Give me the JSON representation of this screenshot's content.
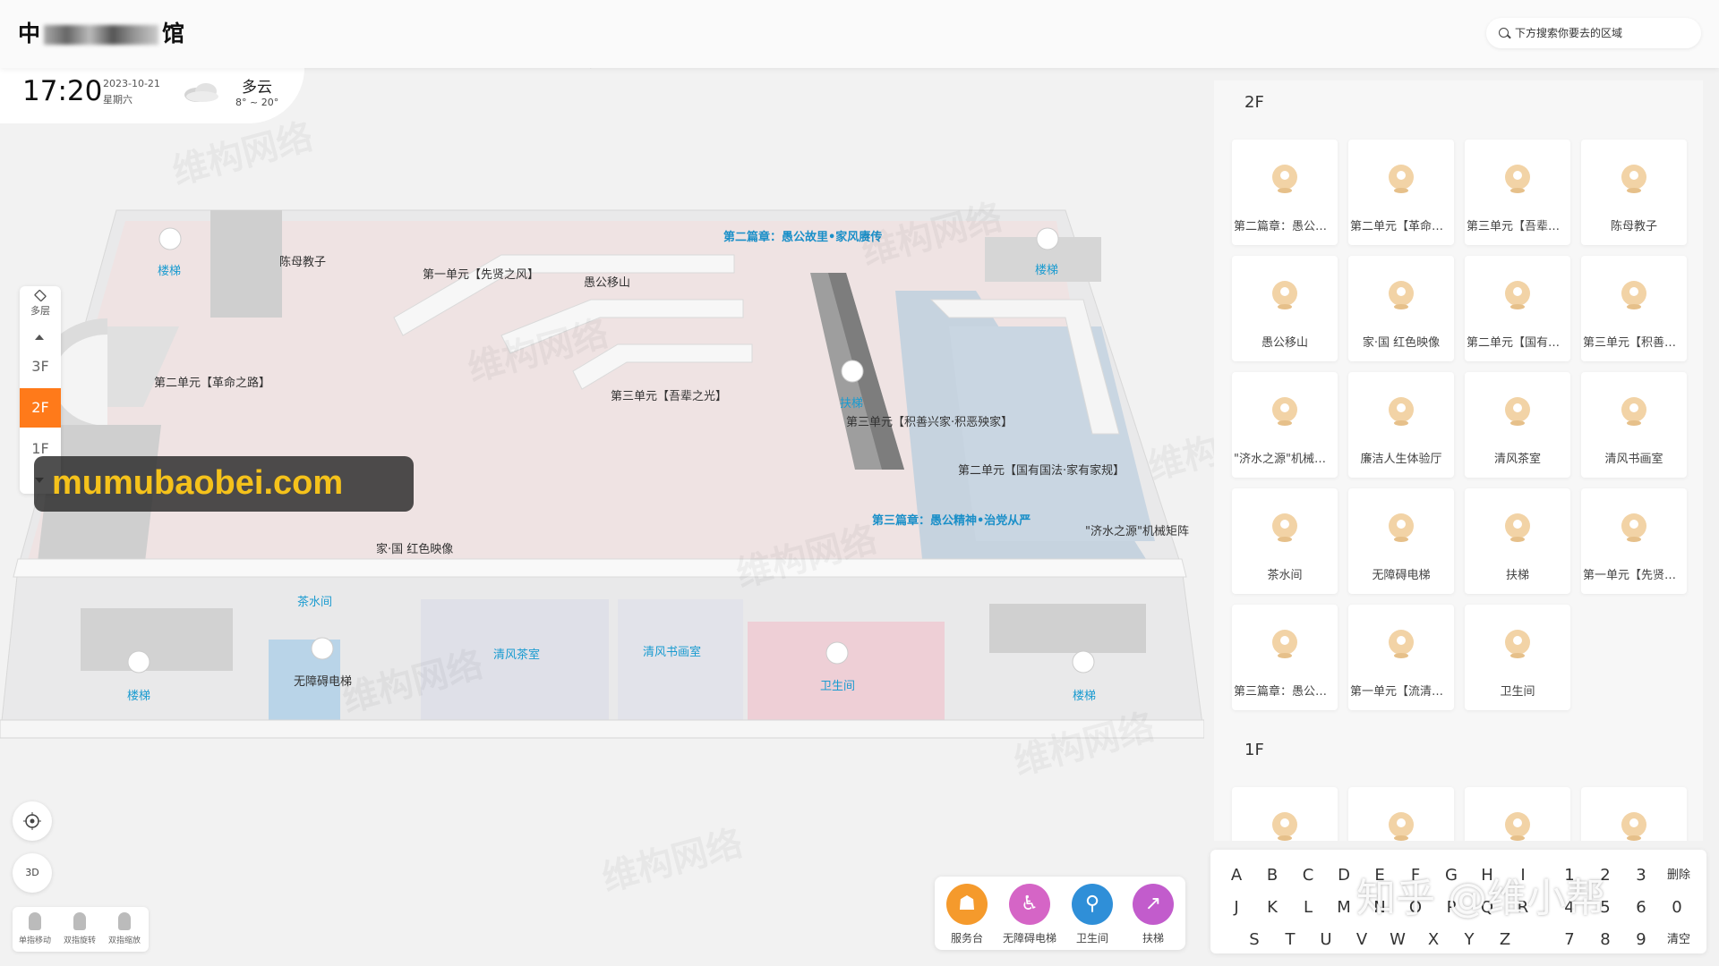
{
  "header": {
    "title_start": "中",
    "title_end": "馆",
    "search_placeholder": "下方搜索你要去的区域"
  },
  "clock": {
    "time": "17:20",
    "date": "2023-10-21",
    "weekday": "星期六",
    "weather": "多云",
    "temperature": "8° ~ 20°"
  },
  "floor_switcher": {
    "layers_label": "多层",
    "floors": [
      "3F",
      "2F",
      "1F"
    ],
    "active": "2F"
  },
  "map": {
    "labels": {
      "chenmu": "陈母教子",
      "unit1_pioneer": "第一单元【先贤之风】",
      "yugong": "愚公移山",
      "chapter2": "第二篇章：愚公故里•家风赓传",
      "stairs": "楼梯",
      "unit2_revolution": "第二单元【革命之路】",
      "unit3_light": "第三单元【吾辈之光】",
      "escalator": "扶梯",
      "unit3_goodness": "第三单元【积善兴家·积恶殃家】",
      "unit2_law": "第二单元【国有国法·家有家规】",
      "chapter3": "第三篇章：愚公精神•治党从严",
      "jishui": "\"济水之源\"机械矩阵",
      "family_image": "家·国 红色映像",
      "tearoom": "茶水间",
      "accessible_elevator": "无障碍电梯",
      "qingfeng_tea": "清风茶室",
      "qingfeng_art": "清风书画室",
      "toilet": "卫生间"
    }
  },
  "banner": {
    "text": "mumubaobei.com"
  },
  "tools": {
    "locate": "locate-icon",
    "view3d": "3D",
    "gestures": [
      "单指移动",
      "双指旋转",
      "双指缩放"
    ]
  },
  "legend": [
    {
      "label": "服务台",
      "color": "#f59a2c",
      "icon": "service-icon"
    },
    {
      "label": "无障碍电梯",
      "color": "#d565c6",
      "icon": "wheelchair-icon"
    },
    {
      "label": "卫生间",
      "color": "#2f8fd8",
      "icon": "toilet-icon"
    },
    {
      "label": "扶梯",
      "color": "#c25ccc",
      "icon": "escalator-icon"
    }
  ],
  "panel": {
    "floor2_title": "2F",
    "floor1_title": "1F",
    "floor2_items": [
      "第二篇章：愚公故里•家风赓传",
      "第二单元【革命之路】",
      "第三单元【吾辈之光】",
      "陈母教子",
      "愚公移山",
      "家·国 红色映像",
      "第二单元【国有国法·家有家规】",
      "第三单元【积善兴家·积恶殃家】",
      "\"济水之源\"机械矩阵",
      "廉洁人生体验厅",
      "清风茶室",
      "清风书画室",
      "茶水间",
      "无障碍电梯",
      "扶梯",
      "第一单元【先贤之风】",
      "第三篇章：愚公精神•治党从严",
      "第一单元【流清源洁】",
      "卫生间"
    ]
  },
  "keyboard": {
    "row1": [
      "A",
      "B",
      "C",
      "D",
      "E",
      "F",
      "G",
      "H",
      "I",
      "1",
      "2",
      "3",
      "删除"
    ],
    "row2": [
      "J",
      "K",
      "L",
      "M",
      "N",
      "O",
      "P",
      "Q",
      "R",
      "4",
      "5",
      "6",
      "0"
    ],
    "row3": [
      "S",
      "T",
      "U",
      "V",
      "W",
      "X",
      "Y",
      "Z",
      "7",
      "8",
      "9",
      "清空"
    ]
  },
  "watermarks": {
    "zhihu": "知乎 @维小帮",
    "brand": "维构网络"
  }
}
